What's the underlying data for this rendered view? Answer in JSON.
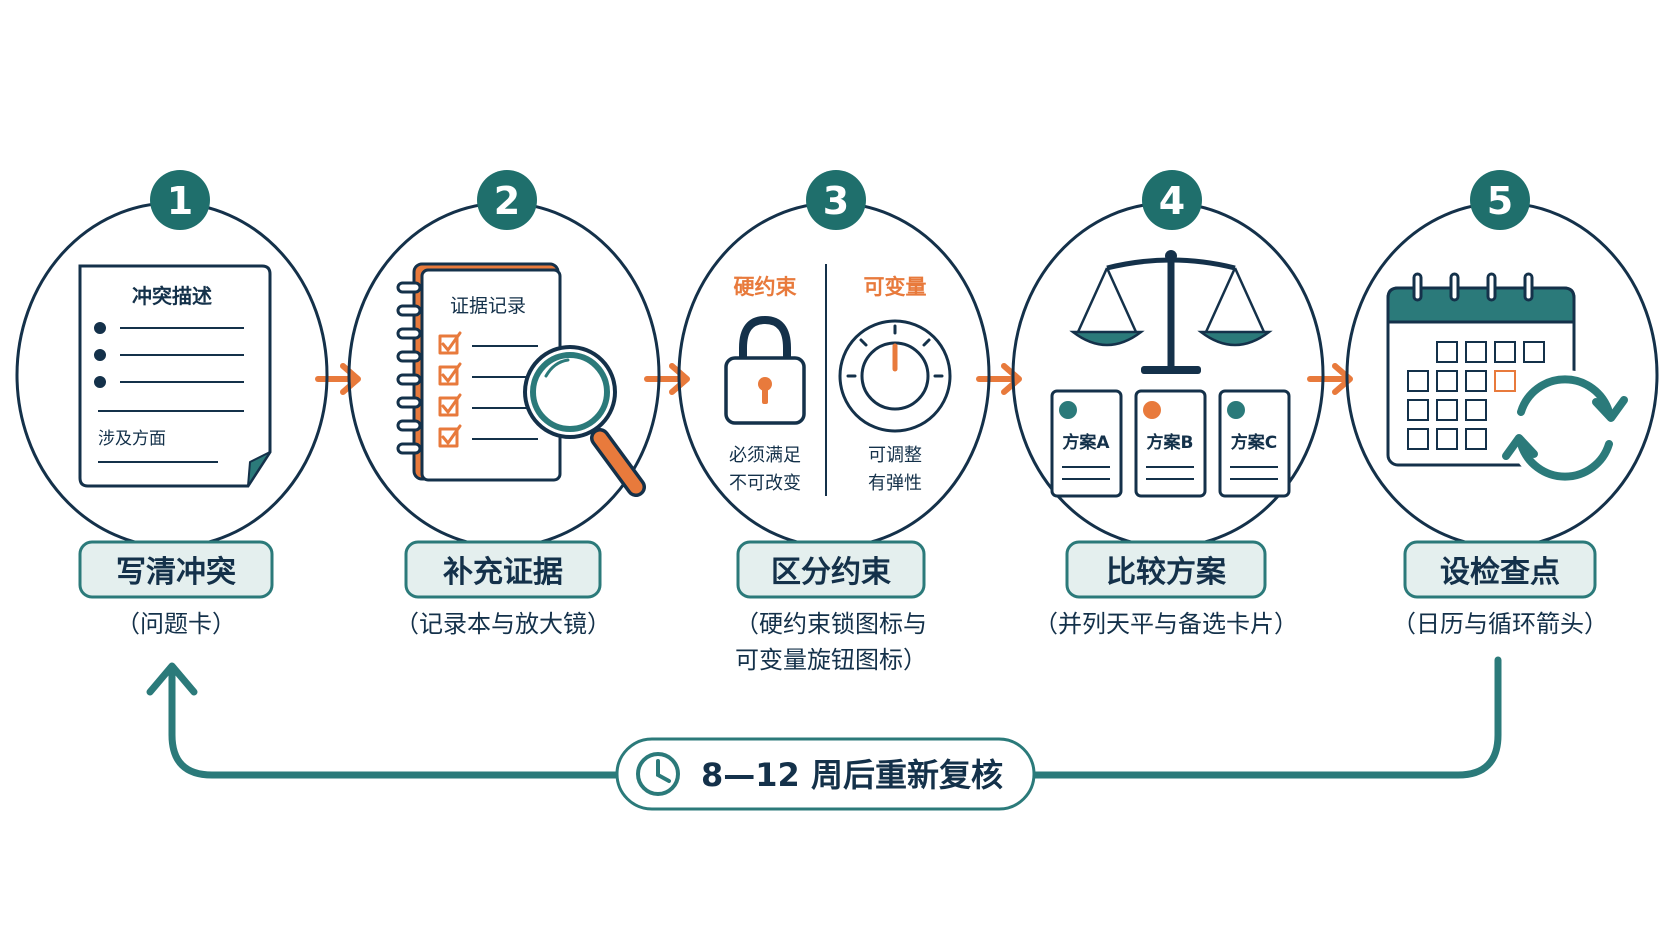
{
  "steps": [
    {
      "number": "1",
      "title": "写清冲突",
      "caption_lines": [
        "（问题卡）"
      ],
      "card": {
        "heading": "冲突描述",
        "footer": "涉及方面"
      }
    },
    {
      "number": "2",
      "title": "补充证据",
      "caption_lines": [
        "（记录本与放大镜）"
      ],
      "notebook": {
        "heading": "证据记录"
      }
    },
    {
      "number": "3",
      "title": "区分约束",
      "caption_lines": [
        "（硬约束锁图标与",
        "可变量旋钮图标）"
      ],
      "hard": {
        "label": "硬约束",
        "desc_lines": [
          "必须满足",
          "不可改变"
        ]
      },
      "soft": {
        "label": "可变量",
        "desc_lines": [
          "可调整",
          "有弹性"
        ]
      }
    },
    {
      "number": "4",
      "title": "比较方案",
      "caption_lines": [
        "（并列天平与备选卡片）"
      ],
      "options": [
        "方案A",
        "方案B",
        "方案C"
      ]
    },
    {
      "number": "5",
      "title": "设检查点",
      "caption_lines": [
        "（日历与循环箭头）"
      ]
    }
  ],
  "loop": {
    "label": "8—12 周后重新复核"
  },
  "colors": {
    "navy": "#14314a",
    "teal": "#2b7a7a",
    "teal_light": "#e4efee",
    "orange": "#e87a3c"
  }
}
